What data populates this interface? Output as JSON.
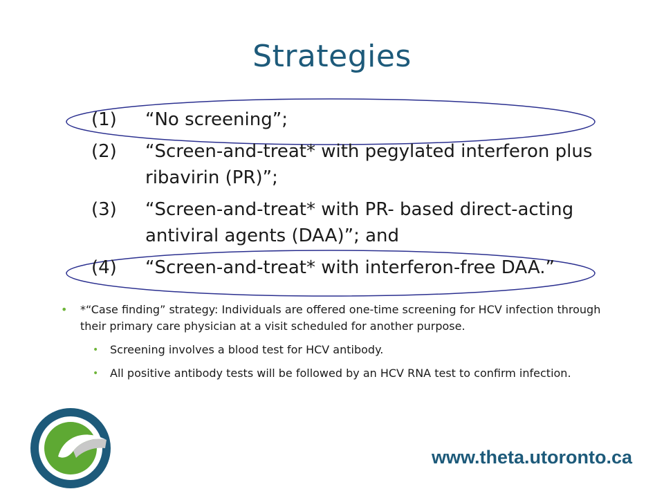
{
  "title": "Strategies",
  "strategies": [
    {
      "num": "(1)",
      "text": "“No screening”;"
    },
    {
      "num": "(2)",
      "text": "“Screen-and-treat* with pegylated interferon plus ribavirin (PR)”;"
    },
    {
      "num": "(3)",
      "text": "“Screen-and-treat* with PR- based direct-acting antiviral agents (DAA)”; and"
    },
    {
      "num": "(4)",
      "text": "“Screen-and-treat* with interferon-free DAA.”"
    }
  ],
  "note": "*“Case finding” strategy: Individuals are offered one-time screening for HCV infection through their primary care physician at a visit scheduled for another purpose.",
  "sub_notes": [
    "Screening involves a blood test for HCV antibody.",
    "All positive antibody tests will be followed by an HCV RNA test to confirm infection."
  ],
  "footer_url": "www.theta.utoronto.ca",
  "colors": {
    "title": "#1d5a7a",
    "ellipse": "#2a2f8f",
    "bullet": "#6fb53a"
  }
}
